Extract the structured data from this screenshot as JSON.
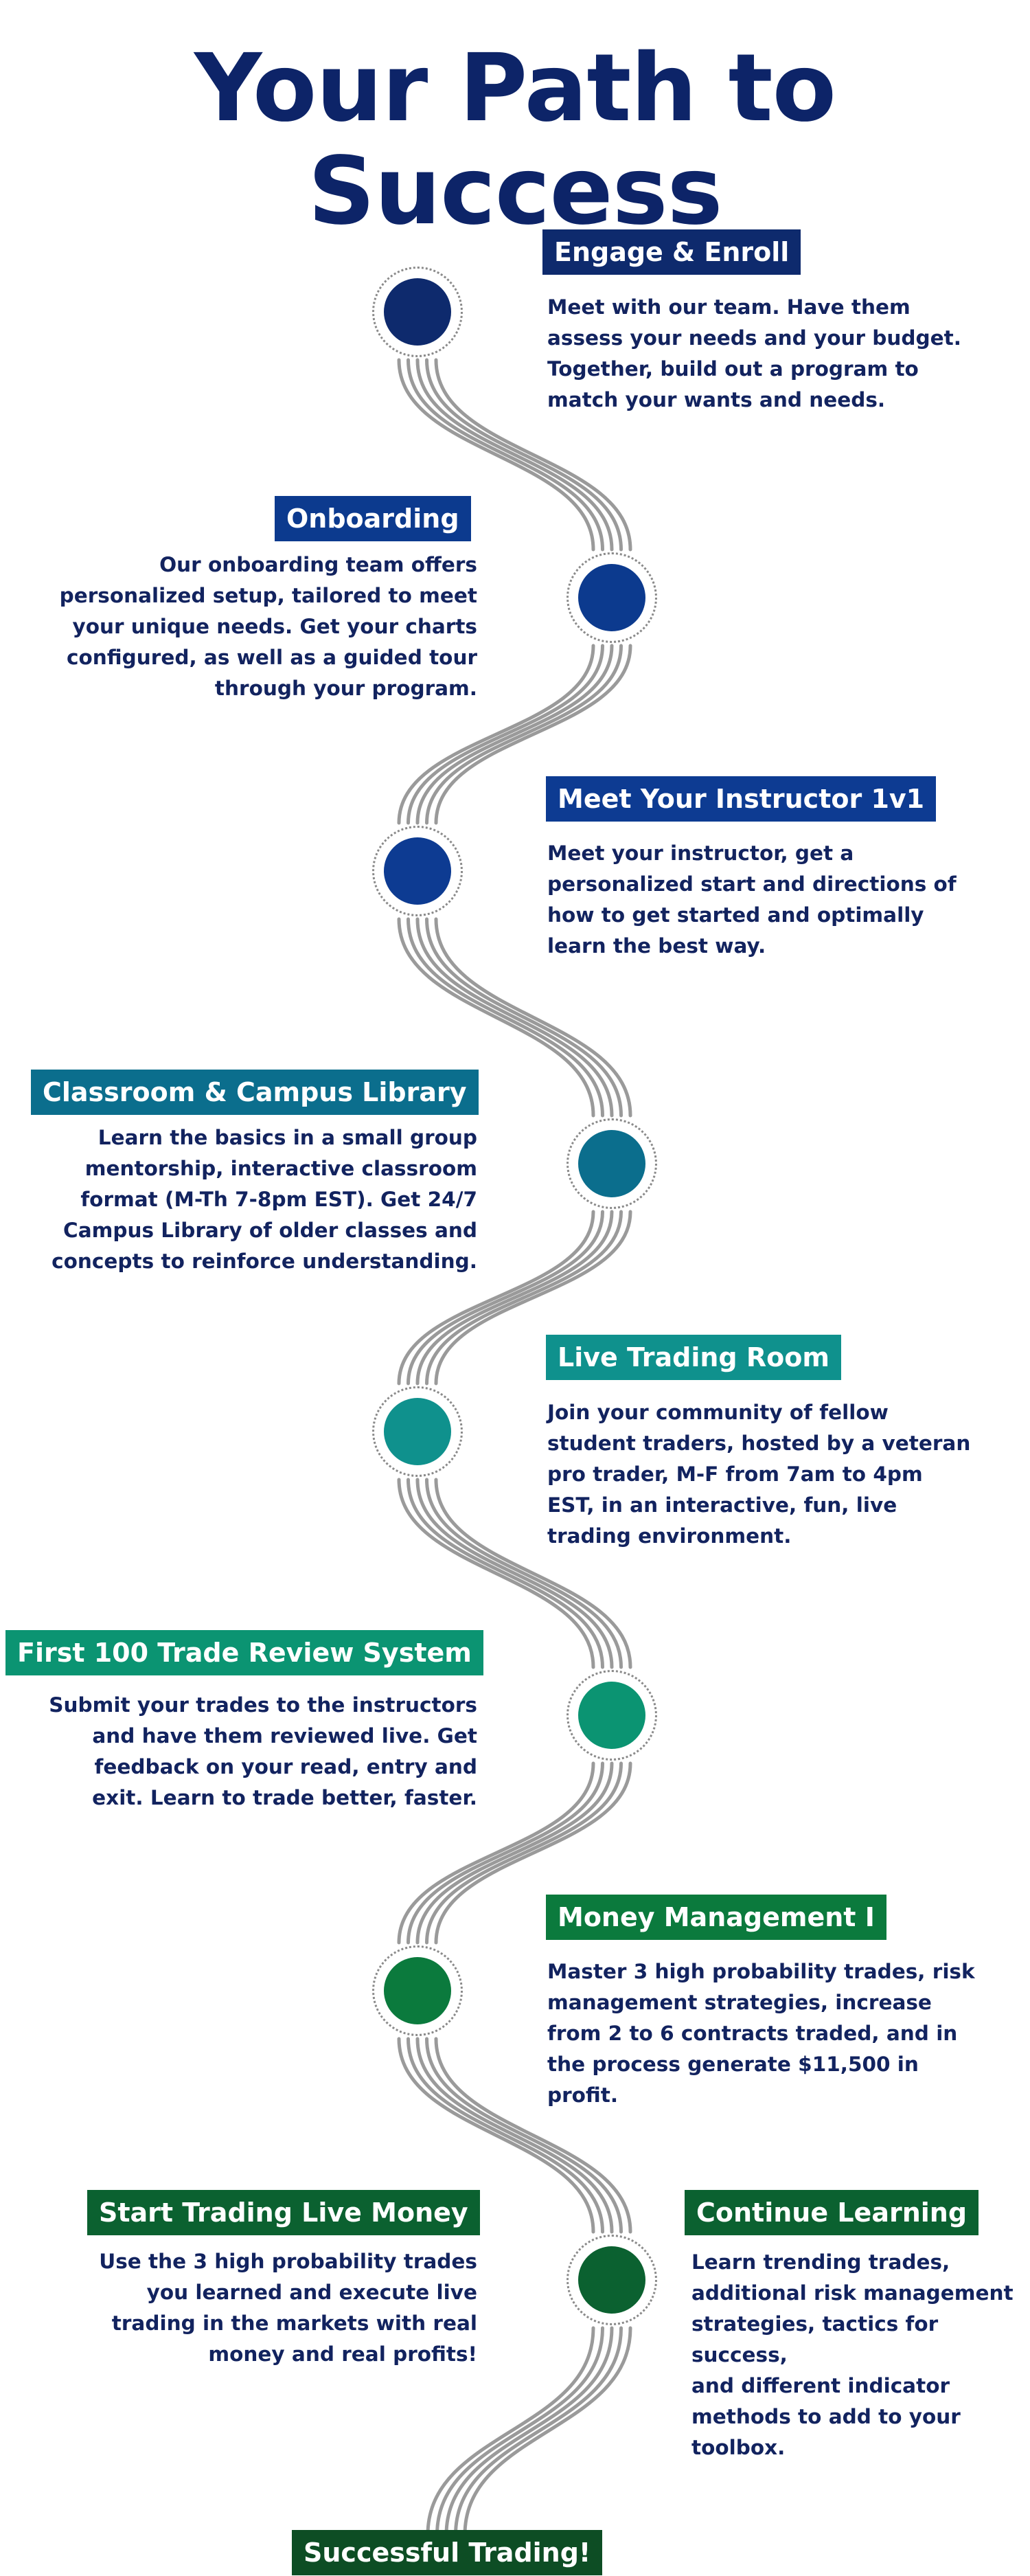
{
  "title": "Your Path to Success",
  "colors": {
    "path_stroke": "#9a9a9a",
    "node_ring": "#8a8a8a",
    "title": "#0d2468",
    "text": "#12235f"
  },
  "steps": [
    {
      "label": "Engage & Enroll",
      "color": "#0e2a6d",
      "lines": [
        "Meet with our team. Have them",
        "assess your needs and your budget.",
        "Together, build out a program to",
        "match your wants and needs."
      ]
    },
    {
      "label": "Onboarding",
      "color": "#0c3a8e",
      "lines": [
        "Our onboarding team offers",
        "personalized setup, tailored to meet",
        "your unique needs. Get your charts",
        "configured, as well as a guided tour",
        "through your program."
      ]
    },
    {
      "label": "Meet Your Instructor 1v1",
      "color": "#0d3b92",
      "lines": [
        "Meet your instructor, get a",
        "personalized start and directions of",
        "how to get started and optimally",
        "learn the best way."
      ]
    },
    {
      "label": "Classroom & Campus Library",
      "color": "#0b6e8d",
      "lines": [
        "Learn the basics in a small group",
        "mentorship, interactive classroom",
        "format (M-Th 7-8pm EST). Get 24/7",
        "Campus Library of older  classes and",
        "concepts to reinforce understanding."
      ]
    },
    {
      "label": "Live Trading Room",
      "color": "#0f918d",
      "lines": [
        "Join your community of fellow",
        "student traders, hosted by a veteran",
        "pro trader, M-F from 7am to 4pm",
        "EST, in an interactive, fun, live",
        "trading environment."
      ]
    },
    {
      "label": "First 100 Trade Review System",
      "color": "#0b9472",
      "lines": [
        "Submit your trades to the instructors",
        "and have them reviewed live. Get",
        "feedback on your read, entry and",
        "exit. Learn to trade better, faster."
      ]
    },
    {
      "label": "Money Management I",
      "color": "#0b7a3d",
      "lines": [
        "Master 3 high probability trades, risk",
        "management strategies, increase",
        "from 2 to 6 contracts traded, and in",
        "the process generate $11,500 in",
        "profit."
      ]
    },
    {
      "label": "Start Trading Live Money",
      "color": "#0b6130",
      "lines": [
        "Use the 3 high probability trades",
        "you learned and execute live",
        "trading in the markets with real",
        "money and real profits!"
      ]
    },
    {
      "label": "Continue Learning",
      "color": "#0b6130",
      "lines": [
        "Learn trending trades,",
        "additional risk management",
        "strategies, tactics for success,",
        "and different indicator",
        "methods to add to your",
        "toolbox."
      ]
    }
  ],
  "final": {
    "label": "Successful Trading!",
    "color": "#0d4d24"
  }
}
